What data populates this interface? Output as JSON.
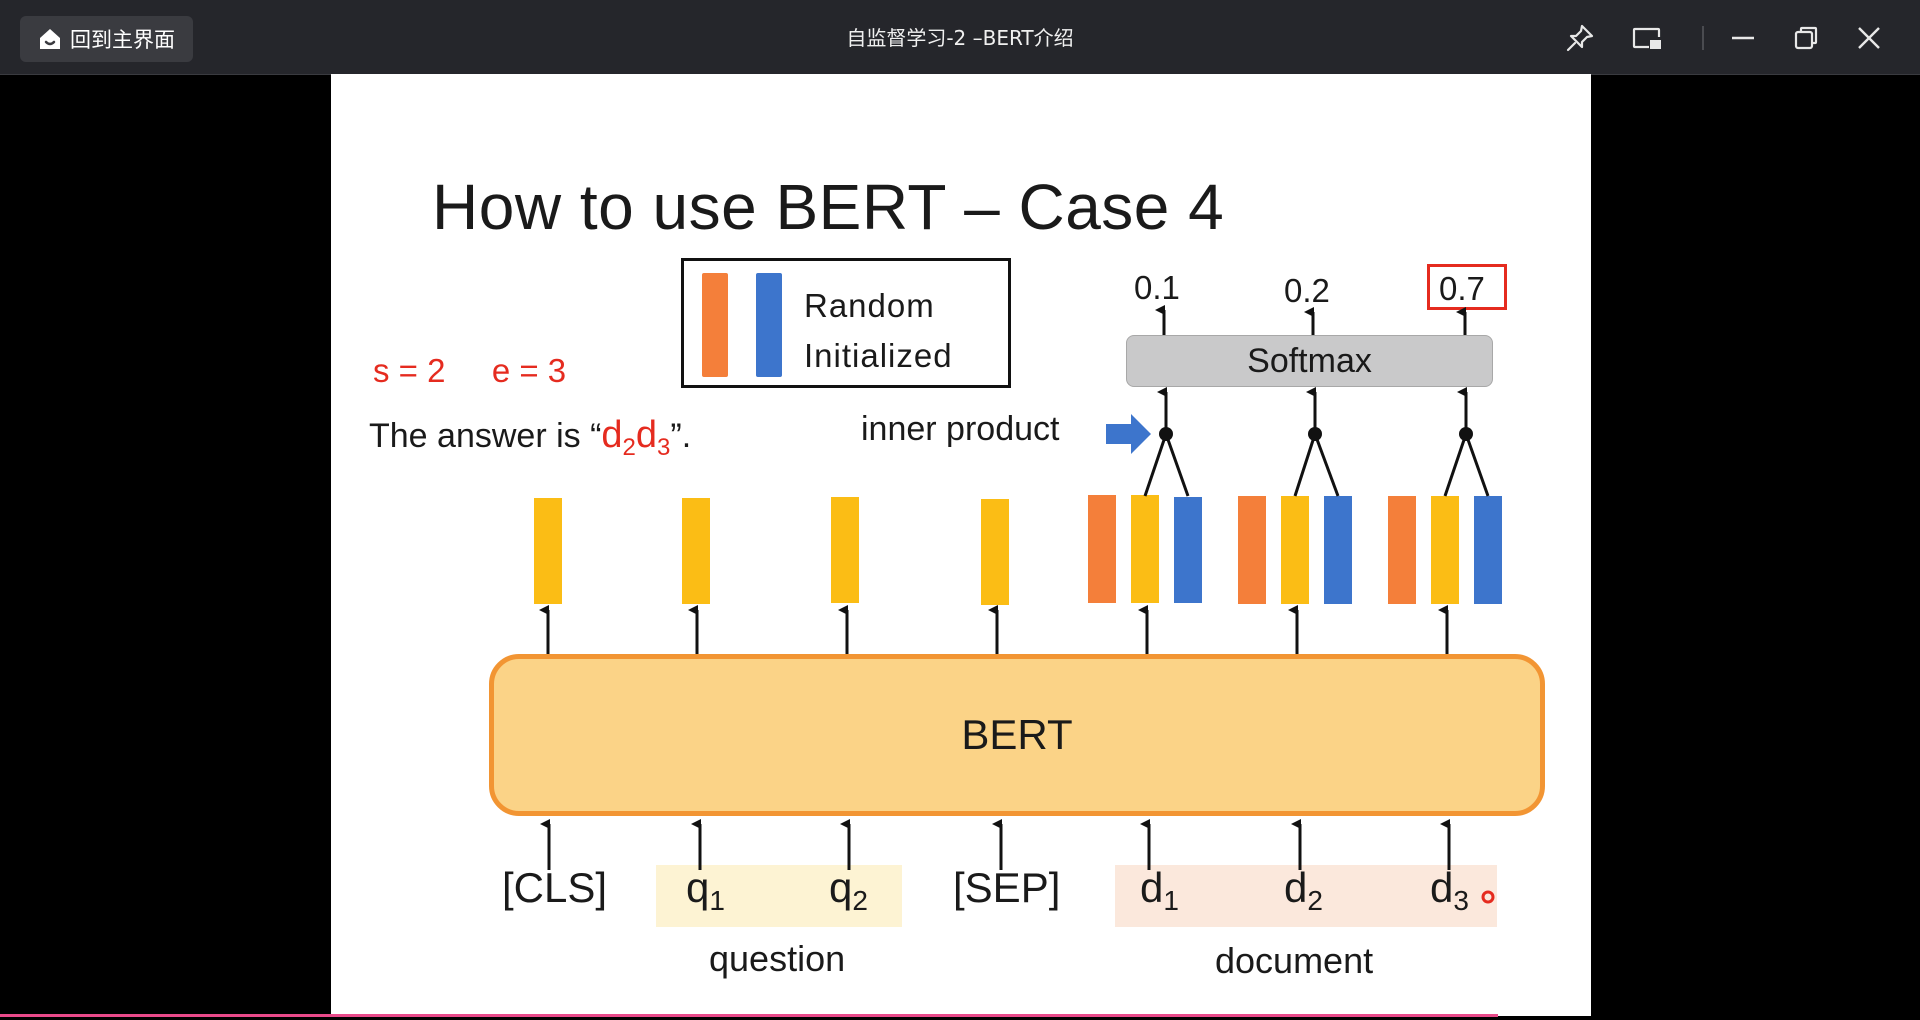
{
  "window": {
    "home_label": "回到主界面",
    "title": "自监督学习-2 –BERT介绍",
    "controls": [
      "pin-icon",
      "picture-in-picture-icon",
      "minimize-icon",
      "restore-icon",
      "close-icon"
    ]
  },
  "slide": {
    "title": "How to use BERT – Case 4",
    "legend": {
      "line1": "Random",
      "line2": "Initialized"
    },
    "s_label": "s = 2",
    "e_label": "e = 3",
    "answer_prefix": "The answer is “",
    "answer_d": "d",
    "answer_sub1": "2",
    "answer_sub2": "3",
    "answer_suffix": "”.",
    "inner_product": "inner product",
    "softmax": "Softmax",
    "probabilities": [
      "0.1",
      "0.2",
      "0.7"
    ],
    "bert": "BERT",
    "tokens": {
      "cls": "[CLS]",
      "sep": "[SEP]",
      "q": "q",
      "d": "d",
      "sub1": "1",
      "sub2": "2",
      "sub3": "3"
    },
    "question_label": "question",
    "document_label": "document"
  },
  "colors": {
    "orange_vector": "#f47f3a",
    "yellow_vector": "#fbbd15",
    "blue_vector": "#3d75cc",
    "bert_fill": "#fbd387",
    "bert_border": "#f29533",
    "highlight_red": "#e52b1f"
  },
  "playback": {
    "progress_fraction": 0.78
  }
}
